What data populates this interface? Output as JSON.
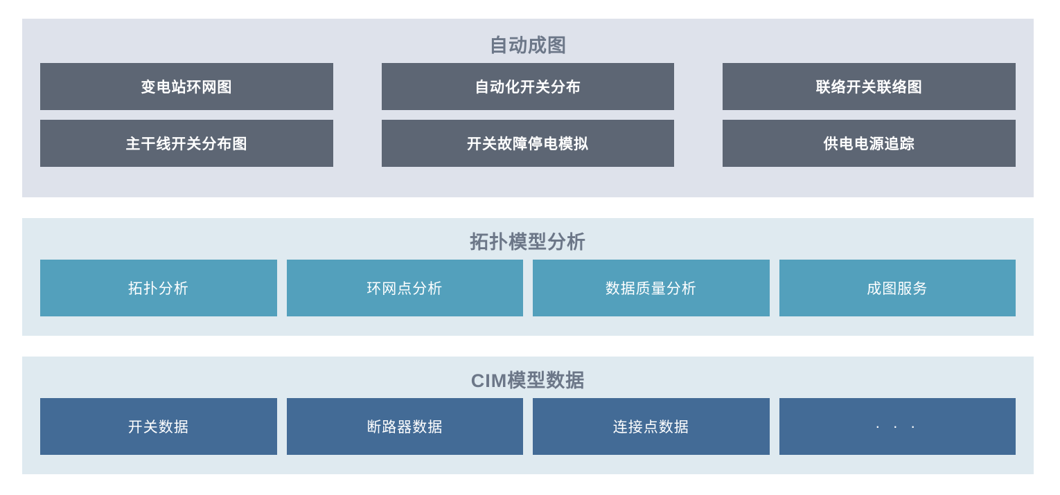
{
  "sections": [
    {
      "id": "auto-mapping",
      "title": "自动成图",
      "title_color": "#6c7788",
      "panel_color": "#dee2eb",
      "tile_color": "#5d6674",
      "rows": [
        [
          {
            "label": "变电站环网图"
          },
          {
            "label": "自动化开关分布"
          },
          {
            "label": "联络开关联络图"
          }
        ],
        [
          {
            "label": "主干线开关分布图"
          },
          {
            "label": "开关故障停电模拟"
          },
          {
            "label": "供电电源追踪"
          }
        ]
      ]
    },
    {
      "id": "topology-analysis",
      "title": "拓扑模型分析",
      "title_color": "#6c7788",
      "panel_color": "#dfeaf0",
      "tile_color": "#53a0bc",
      "rows": [
        [
          {
            "label": "拓扑分析"
          },
          {
            "label": "环网点分析"
          },
          {
            "label": "数据质量分析"
          },
          {
            "label": "成图服务"
          }
        ]
      ]
    },
    {
      "id": "cim-model-data",
      "title": "CIM模型数据",
      "title_color": "#6c7788",
      "panel_color": "#dfeaf0",
      "tile_color": "#436b96",
      "rows": [
        [
          {
            "label": "开关数据"
          },
          {
            "label": "断路器数据"
          },
          {
            "label": "连接点数据"
          },
          {
            "label": "· · ·"
          }
        ]
      ]
    }
  ]
}
